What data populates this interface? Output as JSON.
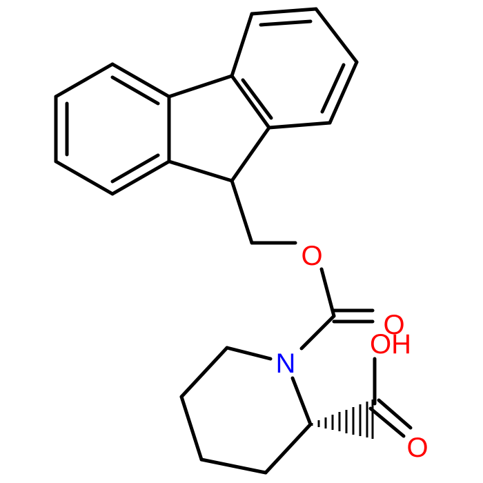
{
  "molecule": {
    "colors": {
      "bond": "#000000",
      "oxygen": "#ff0000",
      "nitrogen": "#0000ff",
      "background": "#ffffff"
    },
    "labels": {
      "ester_oxygen": "O",
      "carbonyl_oxygen": "O",
      "hydroxyl": "OH",
      "acid_oxygen": "O",
      "nitrogen": "N"
    }
  }
}
